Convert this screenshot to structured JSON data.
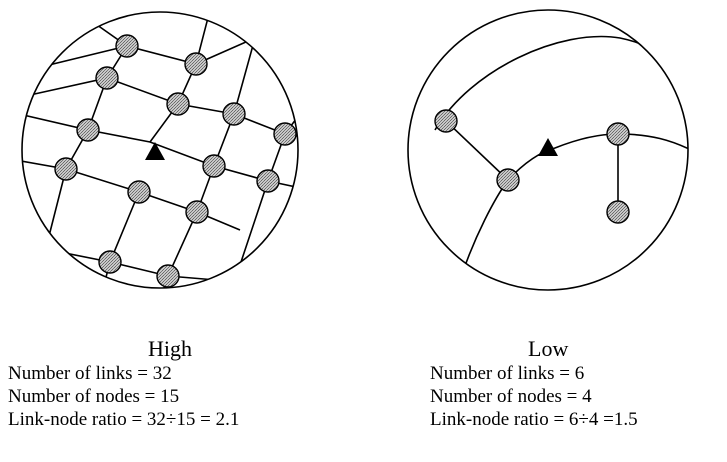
{
  "colors": {
    "stroke": "#000000",
    "node_fill": "#a8a8a8",
    "landmark": "#000000"
  },
  "panels": [
    {
      "id": "high",
      "title": "High",
      "lines": [
        "Number of links = 32",
        "Number of nodes = 15",
        "Link-node ratio = 32÷15 = 2.1"
      ]
    },
    {
      "id": "low",
      "title": "Low",
      "lines": [
        "Number of links = 6",
        "Number of nodes = 4",
        "Link-node ratio = 6÷4 =1.5"
      ]
    }
  ],
  "icons": {
    "node": "grey-circle-node",
    "center_marker": "black-triangle-marker"
  }
}
